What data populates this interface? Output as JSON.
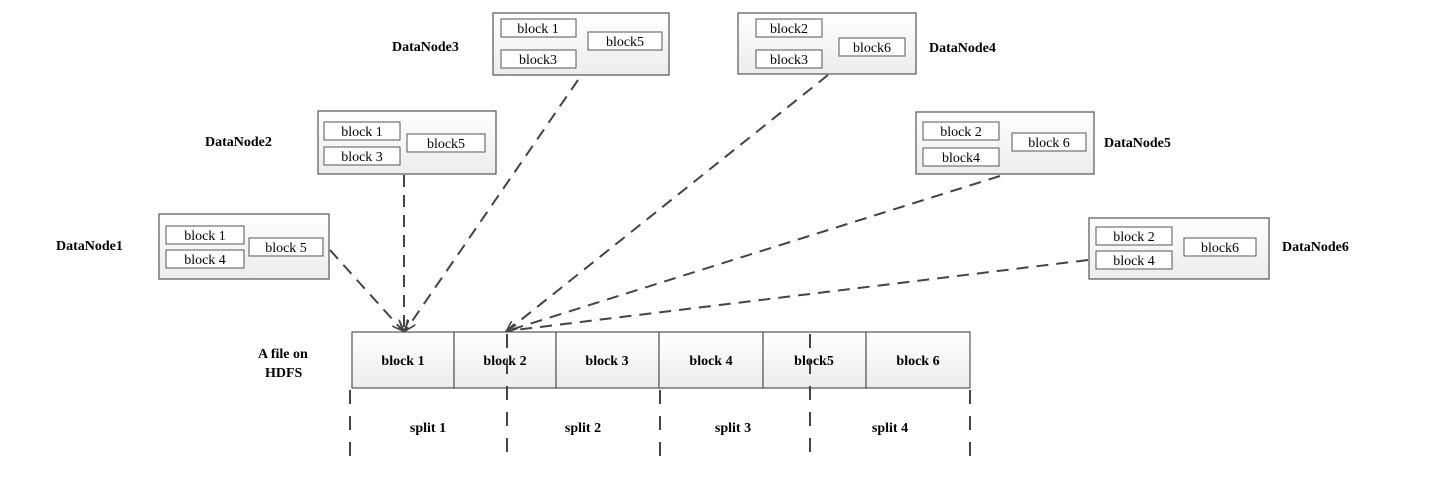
{
  "datanodes": [
    {
      "id": "dn1",
      "label": "DataNode1",
      "blocks": [
        "block 1",
        "block 4"
      ],
      "side_block": "block 5"
    },
    {
      "id": "dn2",
      "label": "DataNode2",
      "blocks": [
        "block 1",
        "block 3"
      ],
      "side_block": "block5"
    },
    {
      "id": "dn3",
      "label": "DataNode3",
      "blocks": [
        "block 1",
        "block3"
      ],
      "side_block": "block5"
    },
    {
      "id": "dn4",
      "label": "DataNode4",
      "blocks": [
        "block2",
        "block3"
      ],
      "side_block": "block6"
    },
    {
      "id": "dn5",
      "label": "DataNode5",
      "blocks": [
        "block 2",
        "block4"
      ],
      "side_block": "block 6"
    },
    {
      "id": "dn6",
      "label": "DataNode6",
      "blocks": [
        "block 2",
        "block 4"
      ],
      "side_block": "block6"
    }
  ],
  "file": {
    "label_line1": "A file on",
    "label_line2": "HDFS",
    "blocks": [
      "block 1",
      "block 2",
      "block 3",
      "block 4",
      "block5",
      "block 6"
    ]
  },
  "splits": [
    "split 1",
    "split 2",
    "split 3",
    "split 4"
  ],
  "colors": {
    "box_fill": "#f4f4f4",
    "box_stroke": "#555555",
    "line": "#444444"
  }
}
